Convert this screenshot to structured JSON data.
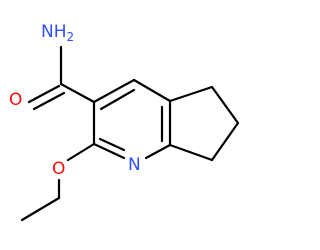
{
  "colors": {
    "bond": "#000000",
    "nitrogen": "#3050F8",
    "oxygen": "#FF0D0D"
  },
  "atoms": {
    "amide_nitrogen": {
      "element": "N",
      "hydrogens": "H",
      "count": "2"
    },
    "carbonyl_oxygen": {
      "element": "O"
    },
    "ring_nitrogen": {
      "element": "N"
    },
    "ether_oxygen": {
      "element": "O"
    }
  }
}
